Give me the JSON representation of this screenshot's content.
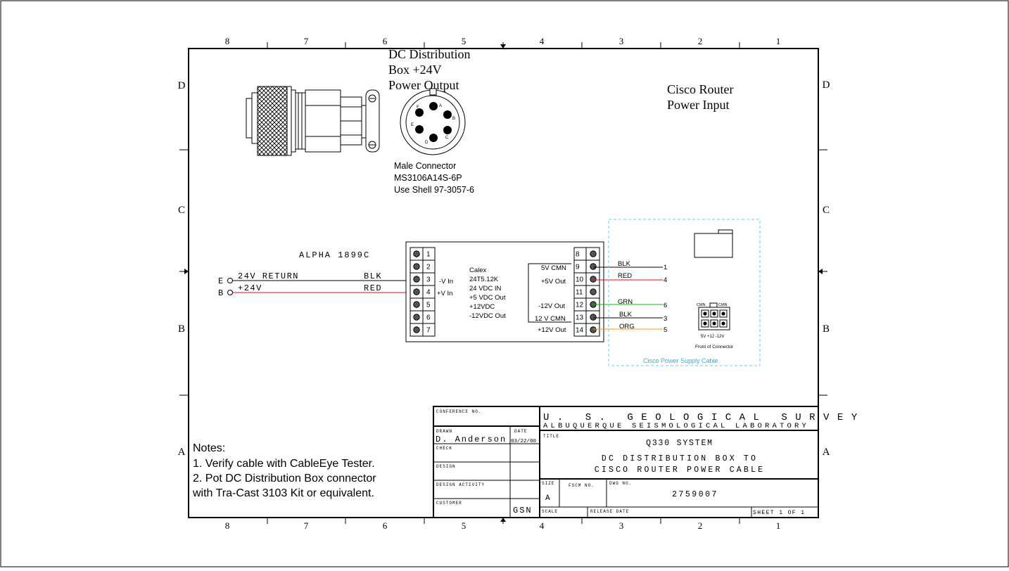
{
  "zones": {
    "columns": [
      "8",
      "7",
      "6",
      "5",
      "4",
      "3",
      "2",
      "1"
    ],
    "rows": [
      "D",
      "C",
      "B",
      "A"
    ]
  },
  "source_title": [
    "DC Distribution",
    "Box +24V",
    "Power Output"
  ],
  "dest_title": [
    "Cisco Router",
    "Power Input"
  ],
  "connector": {
    "pin_letters": [
      "A",
      "B",
      "C",
      "D",
      "E",
      "F"
    ],
    "lines": [
      "Male Connector",
      "MS3106A14S-6P",
      "Use Shell 97-3057-6"
    ]
  },
  "converter_label": "ALPHA 1899C",
  "inputs": [
    {
      "pin": "E",
      "name": "24V RETURN",
      "color": "BLK",
      "wire": "#000000"
    },
    {
      "pin": "B",
      "name": "+24V",
      "color": "RED",
      "wire": "#ff0000"
    }
  ],
  "module": {
    "left_pins": [
      "1",
      "2",
      "3",
      "4",
      "5",
      "6",
      "7"
    ],
    "right_pins": [
      "8",
      "9",
      "10",
      "11",
      "12",
      "13",
      "14"
    ],
    "left_labels": [
      "-V In",
      "+V In"
    ],
    "center_lines": [
      "Calex",
      "24T5.12K",
      "24 VDC IN",
      "+5 VDC Out",
      "+12VDC",
      "-12VDC Out"
    ],
    "right_labels": [
      "5V CMN",
      "+5V Out",
      "-12V Out",
      "12 V CMN",
      "+12V Out"
    ]
  },
  "outputs": [
    {
      "color": "BLK",
      "pin": "1",
      "wire": "#000000"
    },
    {
      "color": "RED",
      "pin": "4",
      "wire": "#ff0000"
    },
    {
      "color": "GRN",
      "pin": "6",
      "wire": "#00c000"
    },
    {
      "color": "BLK",
      "pin": "3",
      "wire": "#000000"
    },
    {
      "color": "ORG",
      "pin": "5",
      "wire": "#ff9900"
    }
  ],
  "cisco_connector": {
    "top_labels": [
      "CMN",
      "CMN"
    ],
    "bottom_label": "5V +12 -12V",
    "caption": "Front of Connector",
    "box_label": "Cisco Power Supply Cable"
  },
  "notes": {
    "heading": "Notes:",
    "lines": [
      "1.  Verify cable with CableEye Tester.",
      "2.  Pot DC Distribution Box connector",
      "with Tra-Cast 3103 Kit or equivalent."
    ]
  },
  "title_block": {
    "conference_label": "CONFERENCE NO.",
    "drawn_label": "DRAWN",
    "date_label": "DATE",
    "drawn_by": "D. Anderson",
    "date": "03/22/00",
    "check_label": "CHECK",
    "design_label": "DESIGN",
    "design_activity_label": "DESIGN ACTIVITY",
    "customer_label": "CUSTOMER",
    "customer_value": "GSN",
    "org_line1": "U. S. GEOLOGICAL SURVEY",
    "org_line2": "ALBUQUERQUE SEISMOLOGICAL LABORATORY",
    "title_label": "TITLE",
    "title_line1": "Q330 SYSTEM",
    "title_line2": "DC DISTRIBUTION BOX TO",
    "title_line3": "CISCO ROUTER POWER CABLE",
    "size_label": "SIZE",
    "size_value": "A",
    "fscm_label": "FSCM NO.",
    "dwg_label": "DWG NO.",
    "dwg_value": "2759007",
    "scale_label": "SCALE",
    "release_label": "RELEASE DATE",
    "sheet_label": "SHEET 1 OF 1"
  },
  "colors": {
    "ink": "#000000",
    "dash_box": "#66ccee",
    "box_caption": "#33aadd"
  }
}
